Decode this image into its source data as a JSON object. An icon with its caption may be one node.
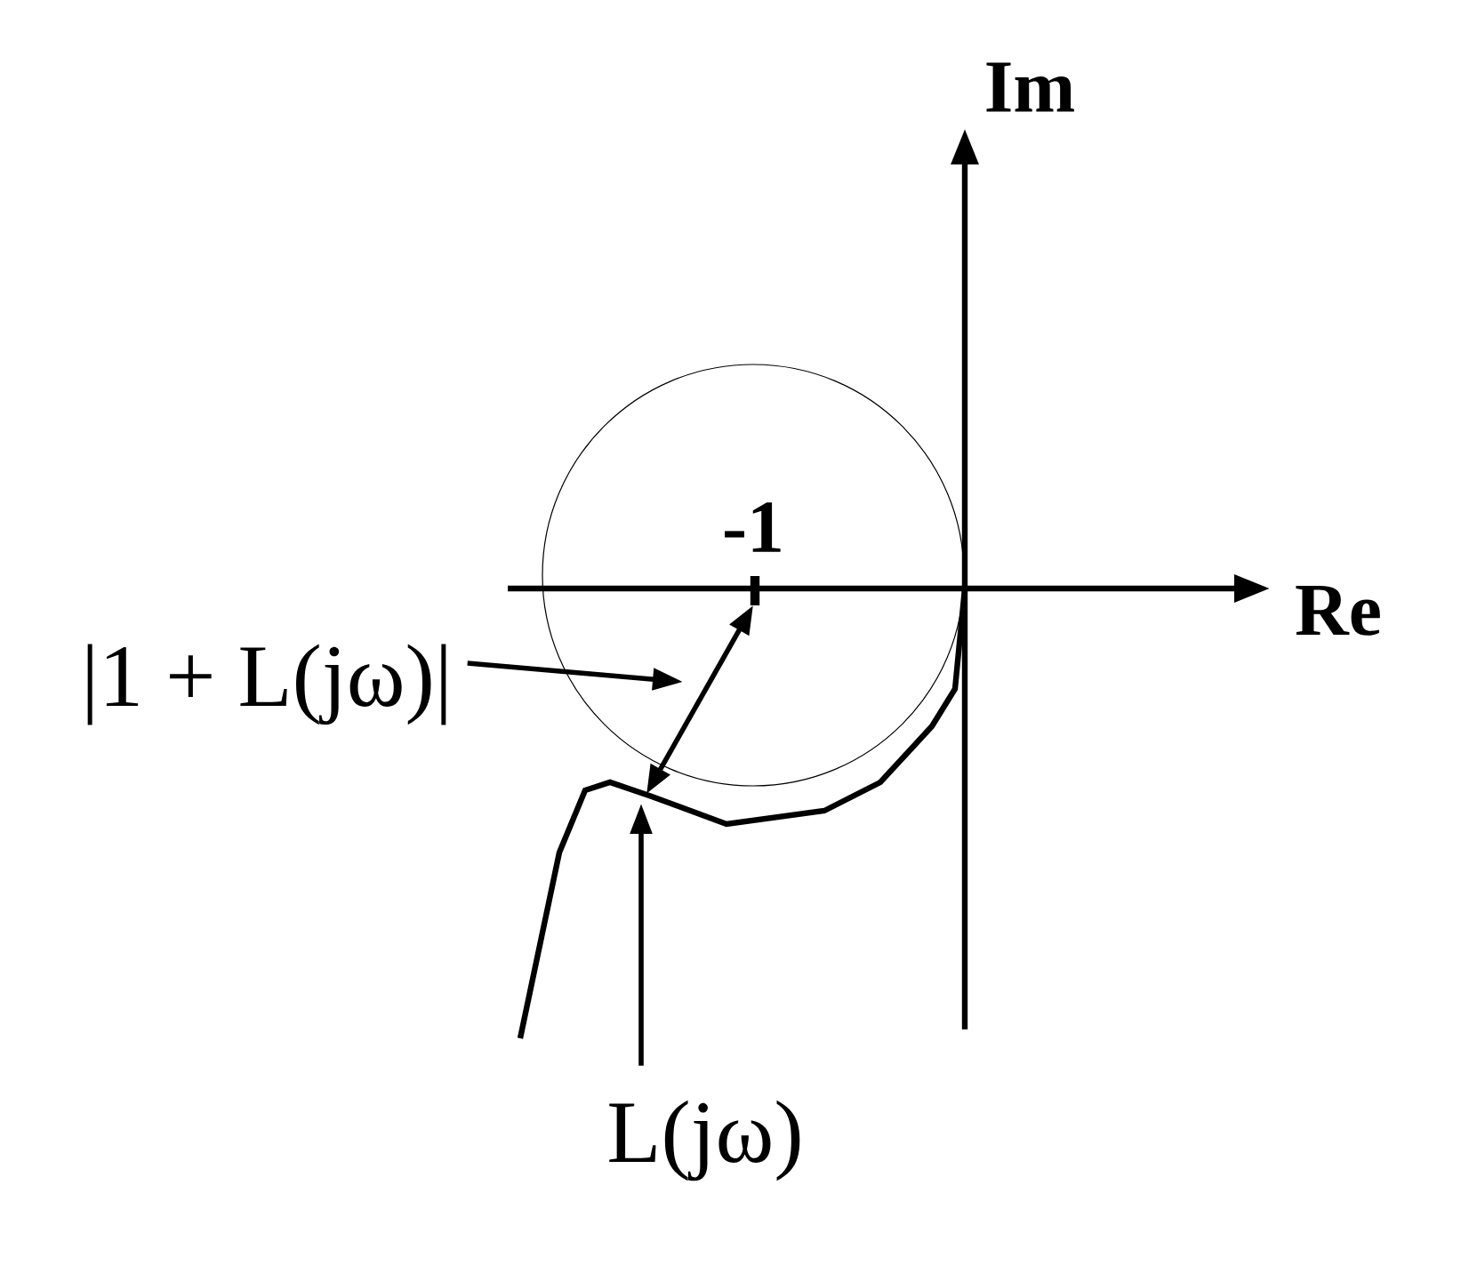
{
  "diagram": {
    "nodes": [
      {
        "text": [
          "|1 + L(jω)|"
        ]
      },
      {
        "text": [
          "L(jω)"
        ]
      }
    ],
    "edges": [
      {
        "from": 0,
        "to": null,
        "arrow": "to"
      },
      {
        "from": 1,
        "to": null,
        "arrow": "to"
      }
    ],
    "labels": [
      "Im",
      "Re",
      "-1"
    ]
  }
}
